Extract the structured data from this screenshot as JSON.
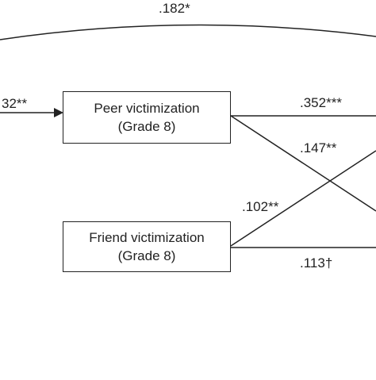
{
  "nodes": {
    "peer": {
      "line1": "Peer victimization",
      "line2": "(Grade 8)"
    },
    "friend": {
      "line1": "Friend victimization",
      "line2": "(Grade 8)"
    }
  },
  "paths": {
    "top_curve": ".182*",
    "left_incoming": "32**",
    "peer_straight": ".352***",
    "peer_cross": ".147**",
    "friend_cross": ".102**",
    "friend_straight": ".113†"
  },
  "colors": {
    "line": "#222222",
    "background": "#ffffff"
  }
}
